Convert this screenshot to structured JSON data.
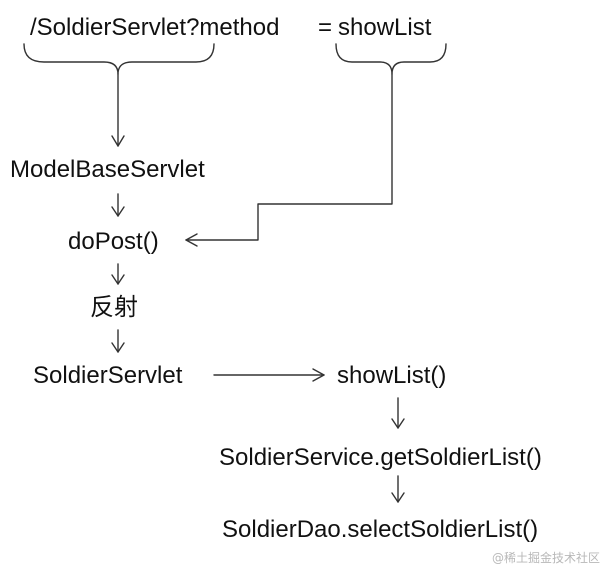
{
  "diagram": {
    "url_part_1": "/SoldierServlet?method",
    "url_equals": "=",
    "url_part_2": "showList",
    "node_model_base_servlet": "ModelBaseServlet",
    "node_do_post": "doPost()",
    "node_reflection": "反射",
    "node_soldier_servlet": "SoldierServlet",
    "node_show_list": "showList()",
    "node_soldier_service": "SoldierService.getSoldierList()",
    "node_soldier_dao": "SoldierDao.selectSoldierList()",
    "watermark": "@稀土掘金技术社区"
  },
  "colors": {
    "text": "#111111",
    "line": "#333333",
    "watermark": "#b8b8b8"
  }
}
